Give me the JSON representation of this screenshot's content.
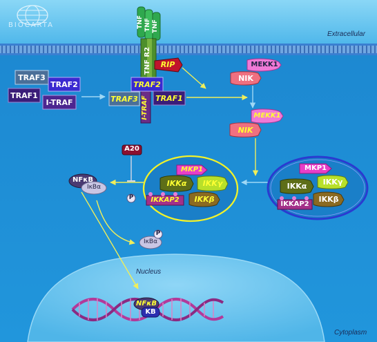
{
  "brand": {
    "logo_text": "BIOCARTA"
  },
  "compartments": {
    "extracellular": "Extracellular",
    "cytoplasm": "Cytoplasm",
    "nucleus": "Nucleus"
  },
  "receptors": {
    "ligand_top": "TNF",
    "ligand_mid": "TNF",
    "ligand_low": "TNF",
    "receptor": "TNF R2"
  },
  "traf_legend": {
    "traf3": "TRAF3",
    "traf2": "TRAF2",
    "traf1": "TRAF1",
    "itraf": "I-TRAF"
  },
  "complex": {
    "traf2": "TRAF2",
    "traf3": "TRAF3",
    "traf1": "TRAF1",
    "itraf": "I-TRAF"
  },
  "kinases": {
    "rip": "RIP",
    "mekk1_top": "MEKK1",
    "nik_top": "NIK",
    "mekk1_low": "MEKK1",
    "nik_low": "NIK"
  },
  "ikk_yellow": {
    "mkp1": "MKP1",
    "ikk_alpha": "IKKα",
    "ikk_gamma": "IKKγ",
    "ikkap2": "IKKAP2",
    "ikk_beta": "IKKβ"
  },
  "ikk_blue": {
    "mkp1": "MKP1",
    "ikk_alpha": "IKKα",
    "ikk_gamma": "IKKγ",
    "ikkap2": "IKKAP2",
    "ikk_beta": "IKKβ"
  },
  "nfkb_complex": {
    "a20": "A20",
    "nfkb": "NFκB",
    "ikba": "IκBα",
    "p": "P"
  },
  "released": {
    "ikba": "IκBα",
    "p": "P"
  },
  "nuclear": {
    "nfkb": "NFκB",
    "kb": "KB"
  },
  "colors": {
    "cytoplasm": "#1e8fd6",
    "extracellular": "#5ec1ee",
    "membrane": "#2e74c8",
    "nucleus": "#6fc6f1",
    "arrow": "#f0ee5a"
  }
}
